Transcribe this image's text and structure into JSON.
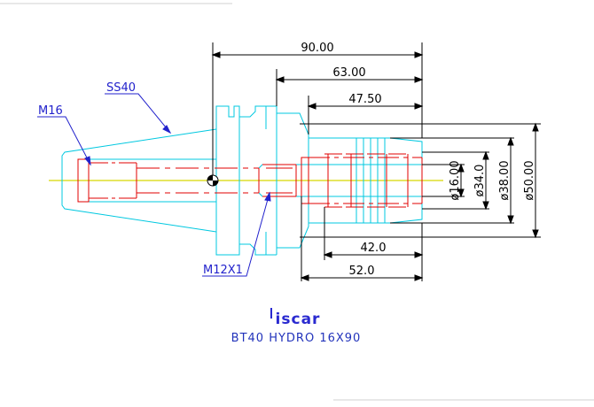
{
  "dimensions": {
    "total_length": "90.00",
    "length_63": "63.00",
    "length_47": "47.50",
    "length_42": "42.0",
    "length_52": "52.0",
    "dia_16": "ø16.00",
    "dia_34": "ø34.0",
    "dia_38": "ø38.00",
    "dia_50": "ø50.00"
  },
  "labels": {
    "taper": "SS40",
    "thread_m16": "M16",
    "thread_m12": "M12X1"
  },
  "footer": {
    "logo": "iscar",
    "title": "BT40 HYDRO 16X90"
  },
  "colors": {
    "outline": "#00c8e0",
    "hidden": "#e00000",
    "dimension": "#000000",
    "label": "#2222cc",
    "centerline": "#d8d800"
  }
}
